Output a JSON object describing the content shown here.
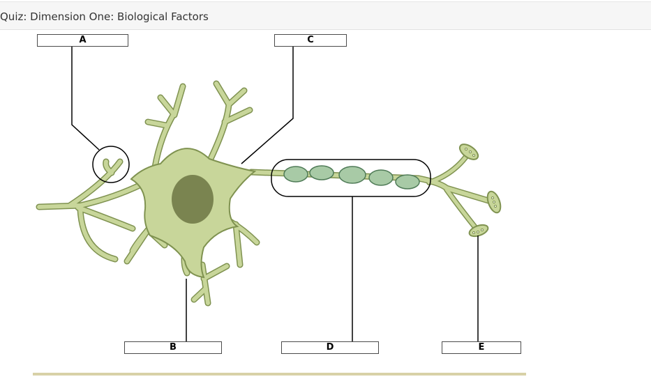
{
  "header": {
    "title": "Quiz: Dimension One: Biological Factors"
  },
  "labels": {
    "a": "A",
    "b": "B",
    "c": "C",
    "d": "D",
    "e": "E"
  },
  "colors": {
    "neuron_fill": "#c8d69a",
    "neuron_stroke": "#7f9250",
    "nucleus": "#7a8450",
    "myelin": "#a8caa6",
    "myelin_stroke": "#4e7a56",
    "bottom_bar": "#d8d1a7"
  },
  "icons": {
    "neuron": "neuron-diagram"
  }
}
